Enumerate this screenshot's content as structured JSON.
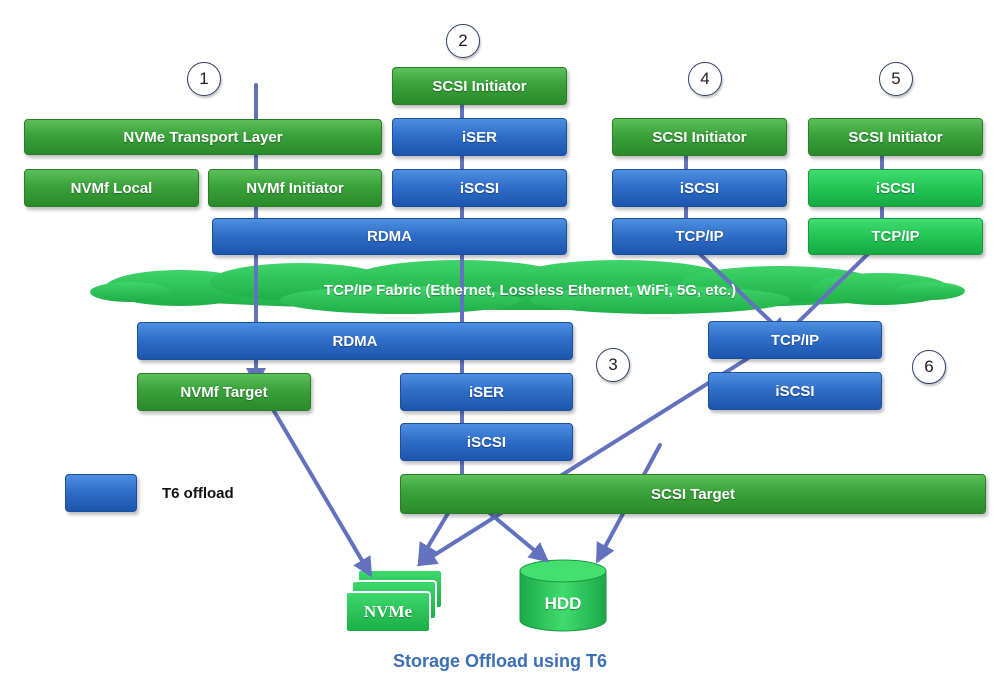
{
  "circles": [
    "1",
    "2",
    "3",
    "4",
    "5",
    "6"
  ],
  "boxes": {
    "nvme_transport_layer": "NVMe Transport Layer",
    "nvmf_local": "NVMf Local",
    "nvmf_initiator": "NVMf Initiator",
    "rdma_top": "RDMA",
    "scsi_initiator_2": "SCSI Initiator",
    "iser_top": "iSER",
    "iscsi_top": "iSCSI",
    "scsi_initiator_4": "SCSI Initiator",
    "iscsi_4": "iSCSI",
    "tcpip_4": "TCP/IP",
    "scsi_initiator_5": "SCSI Initiator",
    "iscsi_5": "iSCSI",
    "tcpip_5": "TCP/IP",
    "fabric": "TCP/IP Fabric (Ethernet, Lossless Ethernet, WiFi, 5G, etc.)",
    "rdma_bottom": "RDMA",
    "nvmf_target": "NVMf Target",
    "iser_bottom": "iSER",
    "iscsi_bottom": "iSCSI",
    "tcpip_6": "TCP/IP",
    "iscsi_6": "iSCSI",
    "scsi_target": "SCSI Target",
    "nvme": "NVMe",
    "hdd": "HDD"
  },
  "legend": {
    "label": "T6 offload"
  },
  "caption": "Storage Offload using T6",
  "colors": {
    "offload_blue": "#2f6fc9",
    "stack_green": "#3aa23b",
    "host_green": "#22c553",
    "arrow": "#6272be",
    "caption_blue": "#3b6fb6"
  }
}
